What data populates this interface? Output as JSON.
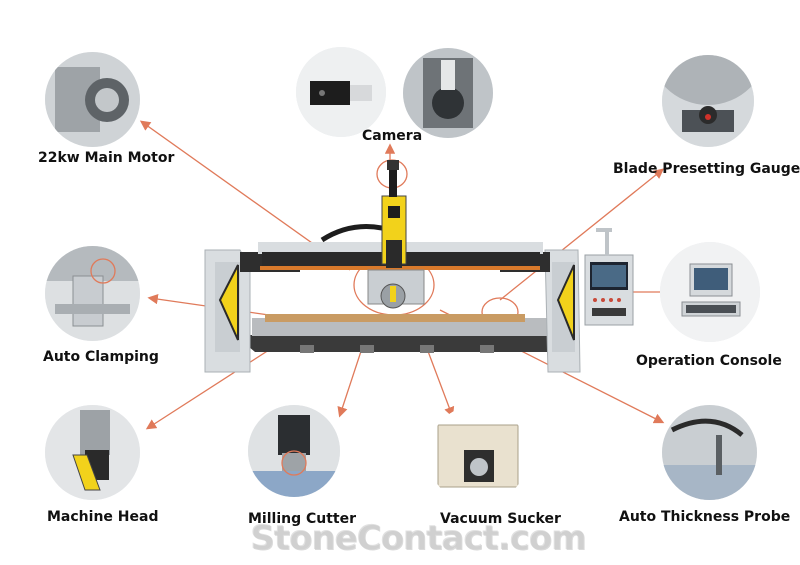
{
  "labels": {
    "main_motor": "22kw Main Motor",
    "camera": "Camera",
    "blade_gauge": "Blade Presetting Gauge",
    "auto_clamping": "Auto Clamping",
    "operation_console": "Operation Console",
    "machine_head": "Machine Head",
    "milling_cutter": "Milling Cutter",
    "vacuum_sucker": "Vacuum Sucker",
    "thickness_probe": "Auto Thickness Probe"
  },
  "watermark": "StoneContact.com",
  "colors": {
    "callout_arrow": "#e07a5a",
    "machine_yellow": "#f2d21b",
    "machine_frame": "#d9dde0",
    "gantry_dark": "#2a2a2a",
    "accent_orange": "#d97a2b"
  }
}
